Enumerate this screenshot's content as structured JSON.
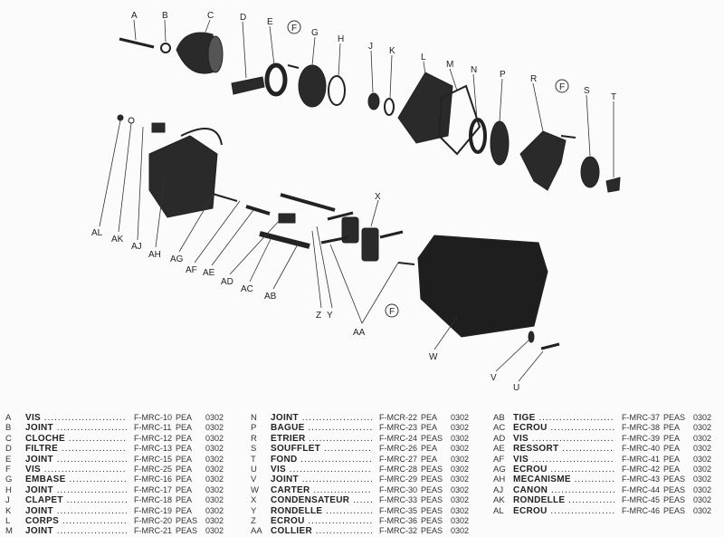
{
  "callouts": {
    "top": [
      "A",
      "B",
      "C",
      "D",
      "E",
      "F",
      "G",
      "H",
      "J",
      "K",
      "L",
      "M",
      "N",
      "P",
      "R",
      "F",
      "S",
      "T"
    ],
    "left": [
      "AL",
      "AK",
      "AJ",
      "AH",
      "AG",
      "AF",
      "AE",
      "AD",
      "AC",
      "AB"
    ],
    "lower": [
      "Z",
      "Y",
      "AA",
      "F",
      "X",
      "W",
      "V",
      "U"
    ]
  },
  "parts_list": [
    [
      {
        "ref": "A",
        "name": "VIS",
        "code": "F-MRC-10",
        "type": "PEA",
        "num": "0302"
      },
      {
        "ref": "B",
        "name": "JOINT",
        "code": "F-MRC-11",
        "type": "PEA",
        "num": "0302"
      },
      {
        "ref": "C",
        "name": "CLOCHE",
        "code": "F-MRC-12",
        "type": "PEA",
        "num": "0302"
      },
      {
        "ref": "D",
        "name": "FILTRE",
        "code": "F-MRC-13",
        "type": "PEA",
        "num": "0302"
      },
      {
        "ref": "E",
        "name": "JOINT",
        "code": "F-MRC-15",
        "type": "PEA",
        "num": "0302"
      },
      {
        "ref": "F",
        "name": "VIS",
        "code": "F-MRC-25",
        "type": "PEA",
        "num": "0302"
      },
      {
        "ref": "G",
        "name": "EMBASE",
        "code": "F-MRC-16",
        "type": "PEA",
        "num": "0302"
      },
      {
        "ref": "H",
        "name": "JOINT",
        "code": "F-MRC-17",
        "type": "PEA",
        "num": "0302"
      },
      {
        "ref": "J",
        "name": "CLAPET",
        "code": "F-MRC-18",
        "type": "PEA",
        "num": "0302"
      },
      {
        "ref": "K",
        "name": "JOINT",
        "code": "F-MRC-19",
        "type": "PEA",
        "num": "0302"
      },
      {
        "ref": "L",
        "name": "CORPS",
        "code": "F-MRC-20",
        "type": "PEAS",
        "num": "0302"
      },
      {
        "ref": "M",
        "name": "JOINT",
        "code": "F-MRC-21",
        "type": "PEAS",
        "num": "0302"
      }
    ],
    [
      {
        "ref": "N",
        "name": "JOINT",
        "code": "F-MCR-22",
        "type": "PEA",
        "num": "0302"
      },
      {
        "ref": "P",
        "name": "BAGUE",
        "code": "F-MRC-23",
        "type": "PEA",
        "num": "0302"
      },
      {
        "ref": "R",
        "name": "ÉTRIER",
        "code": "F-MRC-24",
        "type": "PEAS",
        "num": "0302"
      },
      {
        "ref": "S",
        "name": "SOUFFLET",
        "code": "F-MRC-26",
        "type": "PEA",
        "num": "0302"
      },
      {
        "ref": "T",
        "name": "FOND",
        "code": "F-MRC-27",
        "type": "PEA",
        "num": "0302"
      },
      {
        "ref": "U",
        "name": "VIS",
        "code": "F-MRC-28",
        "type": "PEAS",
        "num": "0302"
      },
      {
        "ref": "V",
        "name": "JOINT",
        "code": "F-MRC-29",
        "type": "PEAS",
        "num": "0302"
      },
      {
        "ref": "W",
        "name": "CARTER",
        "code": "F-MRC-30",
        "type": "PEAS",
        "num": "0302"
      },
      {
        "ref": "X",
        "name": "CONDENSATEUR",
        "code": "F-MRC-33",
        "type": "PEAS",
        "num": "0302"
      },
      {
        "ref": "Y",
        "name": "RONDELLE",
        "code": "F-MRC-35",
        "type": "PEAS",
        "num": "0302"
      },
      {
        "ref": "Z",
        "name": "ÉCROU",
        "code": "F-MRC-36",
        "type": "PEAS",
        "num": "0302"
      },
      {
        "ref": "AA",
        "name": "COLLIER",
        "code": "F-MRC-32",
        "type": "PEAS",
        "num": "0302"
      }
    ],
    [
      {
        "ref": "AB",
        "name": "TIGE",
        "code": "F-MRC-37",
        "type": "PEAS",
        "num": "0302"
      },
      {
        "ref": "AC",
        "name": "ÉCROU",
        "code": "F-MRC-38",
        "type": "PEA",
        "num": "0302"
      },
      {
        "ref": "AD",
        "name": "VIS",
        "code": "F-MRC-39",
        "type": "PEA",
        "num": "0302"
      },
      {
        "ref": "AE",
        "name": "RESSORT",
        "code": "F-MRC-40",
        "type": "PEA",
        "num": "0302"
      },
      {
        "ref": "AF",
        "name": "VIS",
        "code": "F-MRC-41",
        "type": "PEA",
        "num": "0302"
      },
      {
        "ref": "AG",
        "name": "ÉCROU",
        "code": "F-MRC-42",
        "type": "PEA",
        "num": "0302"
      },
      {
        "ref": "AH",
        "name": "MÉCANISME",
        "code": "F-MRC-43",
        "type": "PEAS",
        "num": "0302"
      },
      {
        "ref": "AJ",
        "name": "CANON",
        "code": "F-MRC-44",
        "type": "PEAS",
        "num": "0302"
      },
      {
        "ref": "AK",
        "name": "RONDELLE",
        "code": "F-MRC-45",
        "type": "PEAS",
        "num": "0302"
      },
      {
        "ref": "AL",
        "name": "ÉCROU",
        "code": "F-MRC-46",
        "type": "PEAS",
        "num": "0302"
      }
    ]
  ]
}
